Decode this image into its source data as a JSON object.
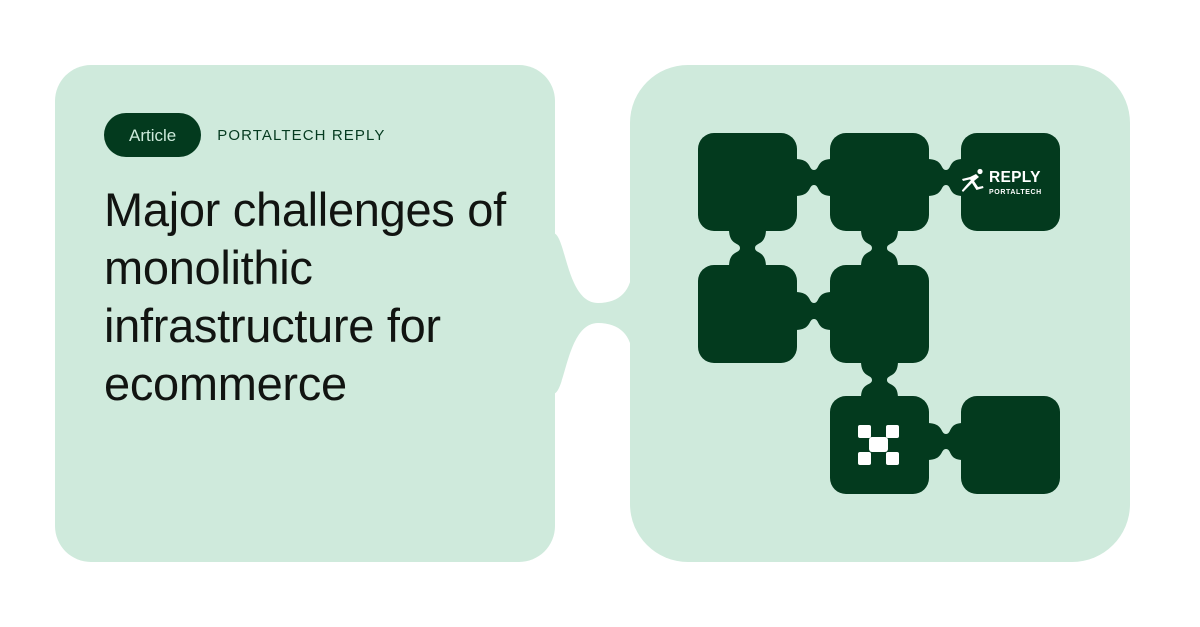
{
  "card": {
    "tag_label": "Article",
    "publisher": "PORTALTECH REPLY",
    "headline": "Major challenges of monolithic infrastructure for ecommerce"
  },
  "brand_logo": {
    "wordmark": "REPLY",
    "sub_wordmark": "PORTALTECH"
  },
  "colors": {
    "mint": "#cfeadc",
    "dark_green": "#033a1e",
    "background": "#ffffff",
    "headline_text": "#111411"
  },
  "icons": [
    "reply-runner-icon",
    "x-pattern-icon"
  ]
}
